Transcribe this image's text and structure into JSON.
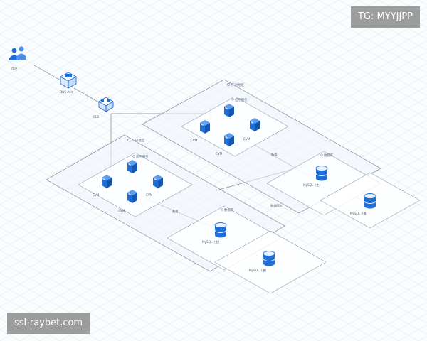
{
  "watermarks": {
    "top": "TG: MYYJJPP",
    "bottom": "ssl-raybet.com"
  },
  "nodes": {
    "users": "用户",
    "dns": "DNS Pod",
    "clb": "CLB"
  },
  "regions": {
    "upper": {
      "name": "广州地区",
      "app_zone": "应用服务",
      "db_zone": "数据库",
      "cvm_labels": [
        "CVM",
        "CVM",
        "CVM"
      ],
      "db_master": "MySQL（主）",
      "db_slave": "MySQL（备）",
      "link": "备用"
    },
    "lower": {
      "name": "广州地区",
      "app_zone": "应用服务",
      "db_zone": "数据库",
      "cvm_labels": [
        "CVM",
        "CVM",
        "CVM"
      ],
      "db_master": "MySQL（主）",
      "db_slave": "MySQL（备）",
      "link": "备用"
    }
  },
  "cross_link": "数据同步",
  "colors": {
    "accent": "#1f6fd6",
    "accent_dark": "#1557b0",
    "cylinder_top": "#e9f1fc",
    "region_border": "#8a9bb0",
    "zone_border": "#9aa8b8"
  }
}
